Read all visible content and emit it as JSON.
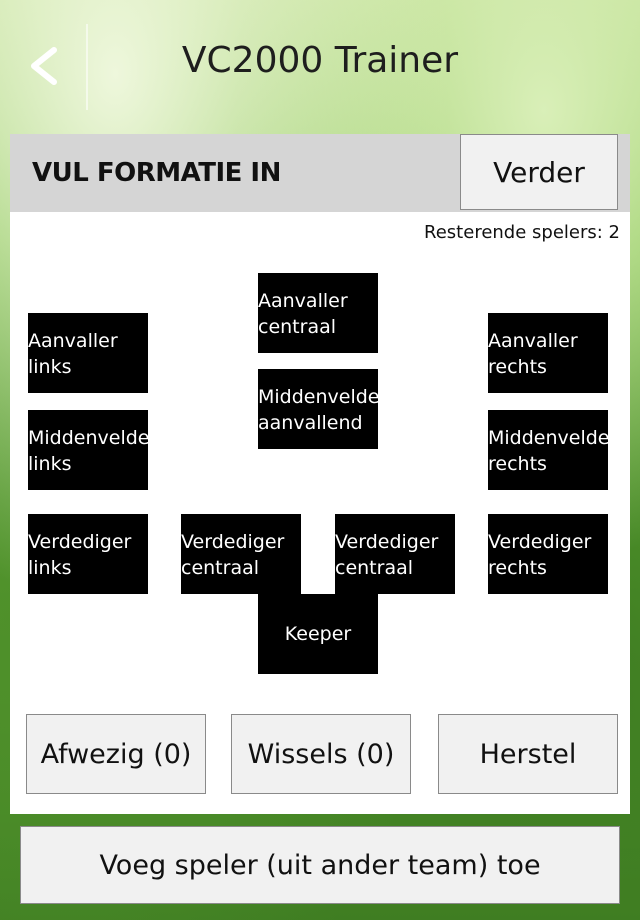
{
  "app": {
    "title": "VC2000 Trainer"
  },
  "icons": {
    "back": "chevron-left-icon"
  },
  "colors": {
    "position_bg": "#000000",
    "header_bg": "#d5d5d5",
    "button_bg": "#f1f1f1"
  },
  "form": {
    "title": "VUL FORMATIE IN",
    "next_label": "Verder",
    "remaining": "Resterende spelers: 2"
  },
  "positions": {
    "aanvaller_centraal": "Aanvaller centraal",
    "aanvaller_links": "Aanvaller links",
    "aanvaller_rechts": "Aanvaller rechts",
    "middenvelder_aanvallend": "Middenvelder aanvallend",
    "middenvelder_links": "Middenvelder links",
    "middenvelder_rechts": "Middenvelder rechts",
    "verdediger_links": "Verdediger links",
    "verdediger_centraal_1": "Verdediger centraal",
    "verdediger_centraal_2": "Verdediger centraal",
    "verdediger_rechts": "Verdediger rechts",
    "keeper": "Keeper"
  },
  "actions": {
    "absent": "Afwezig (0)",
    "subs": "Wissels (0)",
    "reset": "Herstel",
    "add_player": "Voeg speler (uit ander team) toe"
  }
}
